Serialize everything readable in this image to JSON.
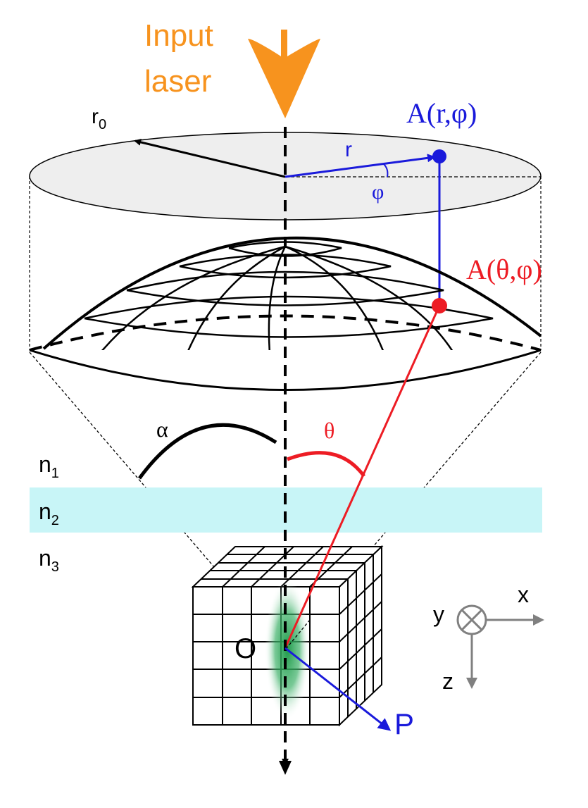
{
  "colors": {
    "laser": "#f7931e",
    "blue": "#1a1adb",
    "red": "#ed1c24",
    "black": "#000000",
    "disk_fill": "#eeeeee",
    "layer_fill": "#c8f5f7",
    "focus_green": "#1f9a4a",
    "axis_gray": "#808080"
  },
  "labels": {
    "input_line1": "Input",
    "input_line2": "laser",
    "r0_main": "r",
    "r0_sub": "0",
    "A_rphi": "A(r,φ)",
    "A_thetaphi": "A(θ,φ)",
    "r": "r",
    "phi": "φ",
    "alpha": "α",
    "theta": "θ",
    "n1_main": "n",
    "n1_sub": "1",
    "n2_main": "n",
    "n2_sub": "2",
    "n3_main": "n",
    "n3_sub": "3",
    "origin": "O",
    "P": "P",
    "x": "x",
    "y": "y",
    "z": "z"
  },
  "icons": [
    "input-laser-arrow-icon",
    "y-axis-into-page-icon"
  ]
}
